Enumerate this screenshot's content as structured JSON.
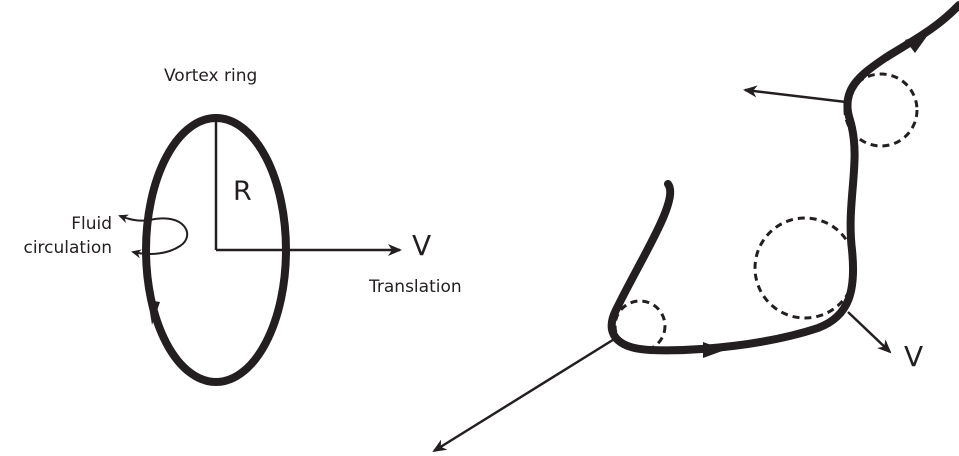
{
  "labels": {
    "vortex_ring": "Vortex ring",
    "radius": "R",
    "fluid_circulation_line1": "Fluid",
    "fluid_circulation_line2": "circulation",
    "velocity_left": "V",
    "translation": "Translation",
    "velocity_right": "V"
  },
  "colors": {
    "ink": "#231f20",
    "background": "#ffffff"
  },
  "icons": [
    "circulation-arrow-icon",
    "direction-arrowhead-icon"
  ]
}
